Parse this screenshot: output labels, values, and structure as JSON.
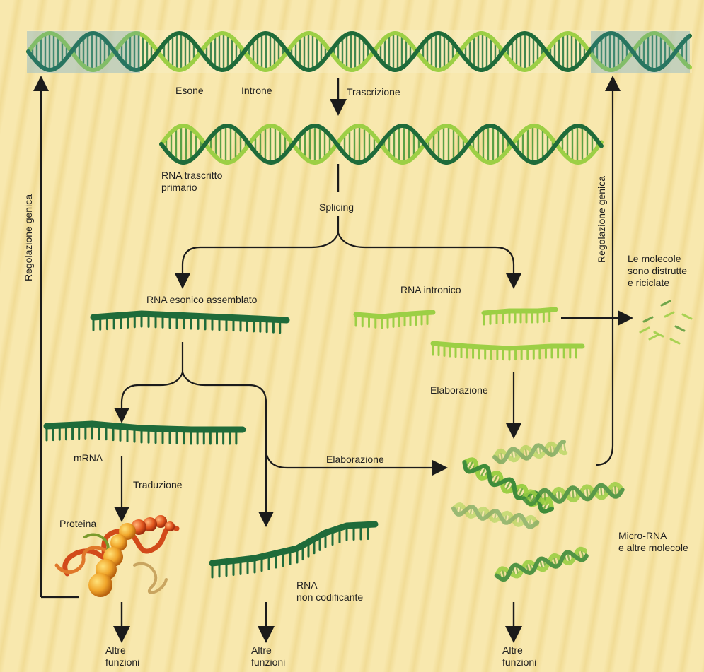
{
  "labels": {
    "esone": "Esone",
    "introne": "Introne",
    "trascrizione": "Trascrizione",
    "rna_trascritto": "RNA trascritto\nprimario",
    "splicing": "Splicing",
    "rna_esonico": "RNA esonico assemblato",
    "rna_intronico": "RNA intronico",
    "molecole_distrutte": "Le molecole\nsono distrutte\ne riciclate",
    "elaborazione_1": "Elaborazione",
    "elaborazione_2": "Elaborazione",
    "mrna": "mRNA",
    "traduzione": "Traduzione",
    "proteina": "Proteina",
    "micro_rna": "Micro-RNA\ne altre molecole",
    "rna_non_codificante": "RNA\nnon codificante",
    "altre_funzioni_1": "Altre\nfunzioni",
    "altre_funzioni_2": "Altre\nfunzioni",
    "altre_funzioni_3": "Altre\nfunzioni",
    "regolazione_left": "Regolazione genica",
    "regolazione_right": "Regolazione genica"
  },
  "colors": {
    "dark_green": "#1f6b3a",
    "light_green": "#9ccf45",
    "blue": "#3f8fc4",
    "arrow": "#1b1b1b",
    "protein_orange": "#e88a1e"
  }
}
